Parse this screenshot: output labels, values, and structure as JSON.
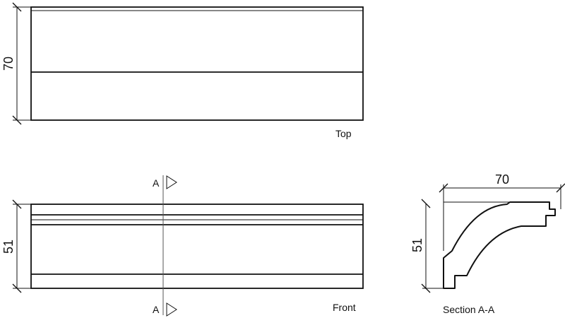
{
  "views": {
    "top": {
      "label": "Top",
      "dimension": "70"
    },
    "front": {
      "label": "Front",
      "dimension": "51"
    },
    "section": {
      "label": "Section A-A",
      "width_dimension": "70",
      "height_dimension": "51"
    }
  },
  "section_marker": {
    "letter": "A"
  },
  "colors": {
    "line": "#111111",
    "background": "#ffffff"
  }
}
